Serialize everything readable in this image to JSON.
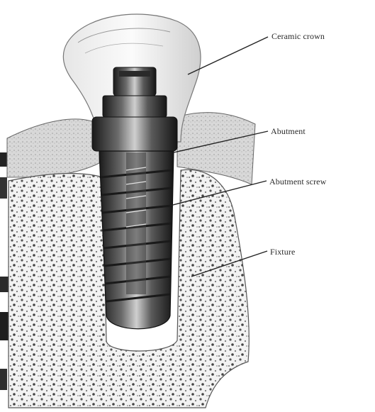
{
  "labels": {
    "crown": "Ceramic crown",
    "abutment": "Abutment",
    "abutment_screw": "Abutment screw",
    "fixture": "Fixture"
  }
}
